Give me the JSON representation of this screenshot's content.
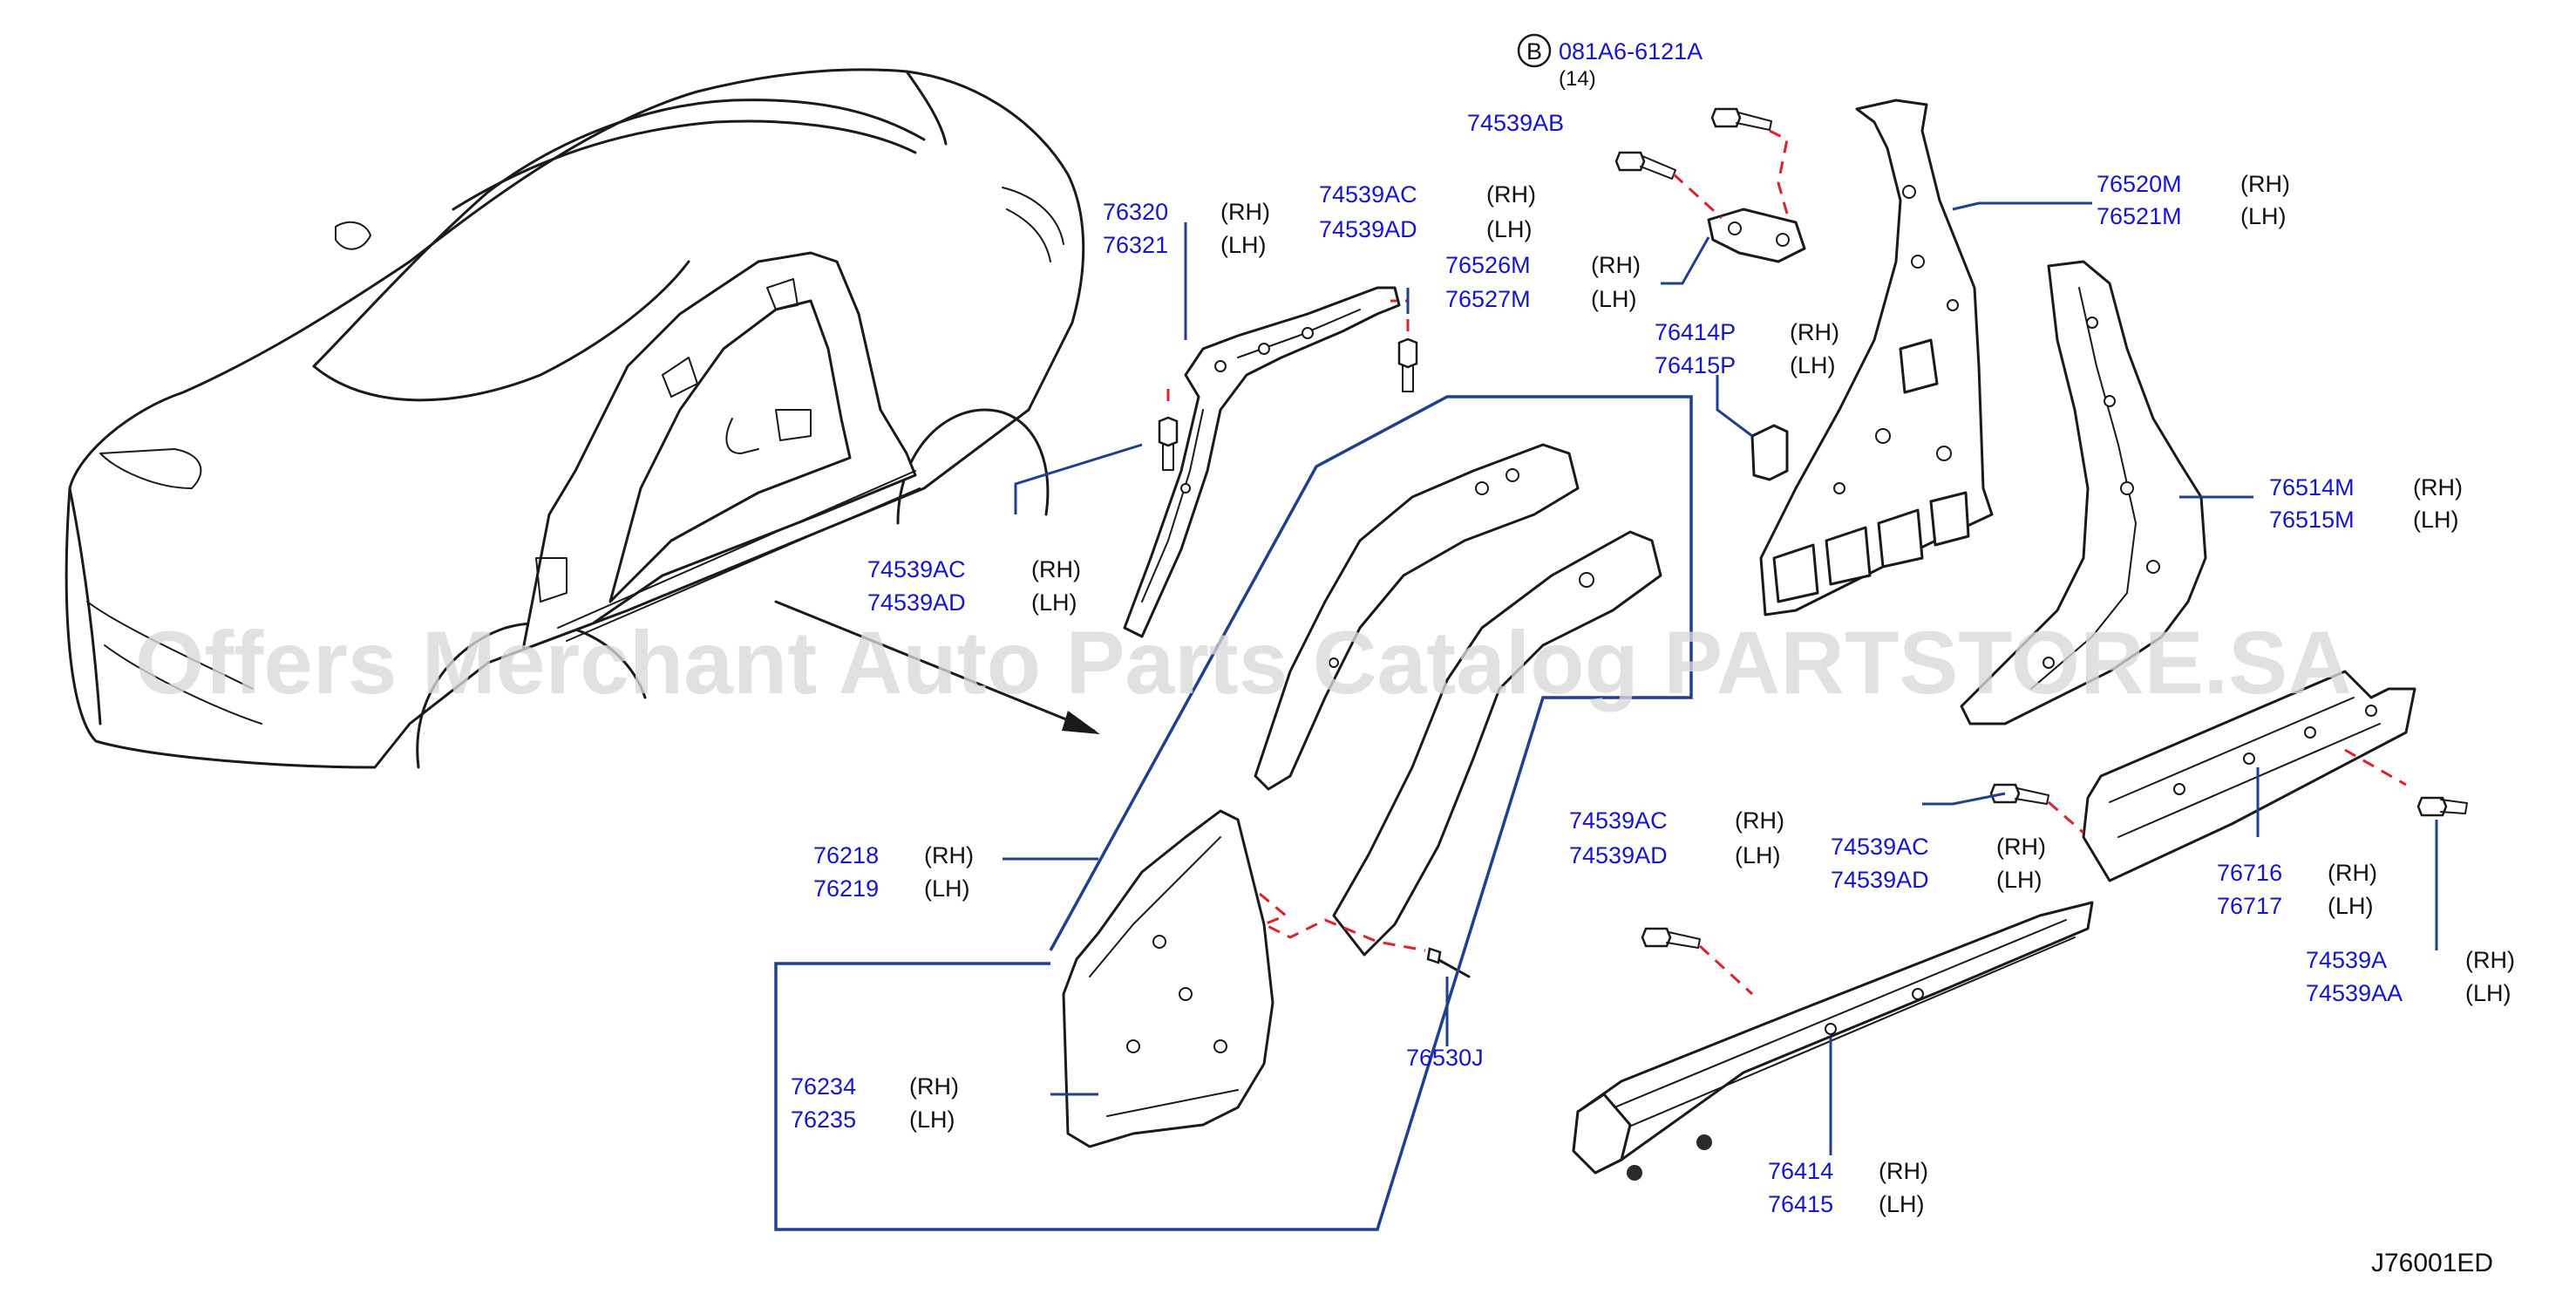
{
  "diagram_code": "J76001ED",
  "watermark": "Offers Merchant Auto Parts Catalog PARTSTORE.SA",
  "circle_marker": "B",
  "callouts": [
    {
      "part": "081A6-6121A",
      "qty": "(14)"
    },
    {
      "part": "74539AB"
    },
    {
      "part": "76320",
      "side": "(RH)"
    },
    {
      "part": "76321",
      "side": "(LH)"
    },
    {
      "part": "74539AC",
      "side": "(RH)"
    },
    {
      "part": "74539AD",
      "side": "(LH)"
    },
    {
      "part": "76526M",
      "side": "(RH)"
    },
    {
      "part": "76527M",
      "side": "(LH)"
    },
    {
      "part": "76414P",
      "side": "(RH)"
    },
    {
      "part": "76415P",
      "side": "(LH)"
    },
    {
      "part": "76520M",
      "side": "(RH)"
    },
    {
      "part": "76521M",
      "side": "(LH)"
    },
    {
      "part": "76514M",
      "side": "(RH)"
    },
    {
      "part": "76515M",
      "side": "(LH)"
    },
    {
      "part": "74539AC",
      "side": "(RH)"
    },
    {
      "part": "74539AD",
      "side": "(LH)"
    },
    {
      "part": "76218",
      "side": "(RH)"
    },
    {
      "part": "76219",
      "side": "(LH)"
    },
    {
      "part": "74539AC",
      "side": "(RH)"
    },
    {
      "part": "74539AD",
      "side": "(LH)"
    },
    {
      "part": "74539AC",
      "side": "(RH)"
    },
    {
      "part": "74539AD",
      "side": "(LH)"
    },
    {
      "part": "76716",
      "side": "(RH)"
    },
    {
      "part": "76717",
      "side": "(LH)"
    },
    {
      "part": "74539A",
      "side": "(RH)"
    },
    {
      "part": "74539AA",
      "side": "(LH)"
    },
    {
      "part": "76234",
      "side": "(RH)"
    },
    {
      "part": "76235",
      "side": "(LH)"
    },
    {
      "part": "76530J"
    },
    {
      "part": "76414",
      "side": "(RH)"
    },
    {
      "part": "76415",
      "side": "(LH)"
    }
  ]
}
